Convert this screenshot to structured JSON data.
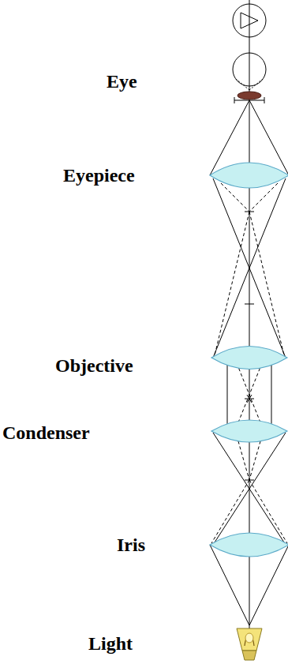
{
  "diagram": {
    "labels": [
      "Eye",
      "Eyepiece",
      "Objective",
      "Condenser",
      "Iris",
      "Light"
    ]
  }
}
